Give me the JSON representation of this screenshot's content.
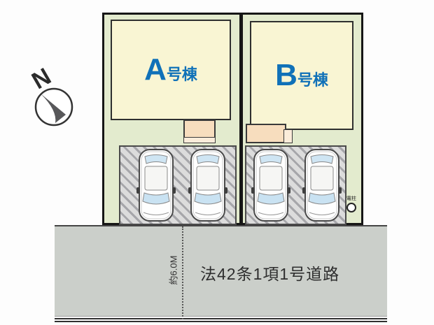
{
  "compass": {
    "label": "N"
  },
  "site": {
    "plots": [
      {
        "id": "A",
        "name_letter": "A",
        "name_suffix": "号棟"
      },
      {
        "id": "B",
        "name_letter": "B",
        "name_suffix": "号棟"
      }
    ]
  },
  "road": {
    "name": "法42条1項1号道路",
    "width": "約6.0M"
  },
  "markers": {
    "utility_pole": "電柱"
  },
  "colors": {
    "plot_bg": "#e3ebce",
    "building": "#f9f5d3",
    "porch": "#f7ddbe",
    "hatch_bg": "#dcdcdc",
    "hatch_stripe": "#a6a6aa",
    "road": "#cbcfca",
    "label_blue": "#1071b8",
    "outline": "#2f2f2f"
  }
}
